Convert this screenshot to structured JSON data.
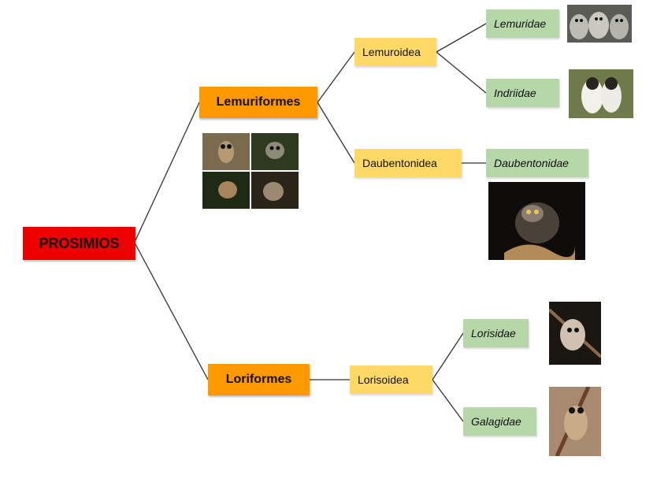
{
  "root": {
    "label": "PROSIMIOS"
  },
  "orders": [
    {
      "label": "Lemuriformes"
    },
    {
      "label": "Loriformes"
    }
  ],
  "superfamilies": [
    {
      "label": "Lemuroidea"
    },
    {
      "label": "Daubentonidea"
    },
    {
      "label": "Lorisoidea"
    }
  ],
  "families": [
    {
      "label": "Lemuridae"
    },
    {
      "label": "Indriidae"
    },
    {
      "label": "Daubentonidae"
    },
    {
      "label": "Lorisidae"
    },
    {
      "label": "Galagidae"
    }
  ],
  "colors": {
    "root": "#ee0000",
    "order": "#ff9900",
    "superfamily": "#ffd966",
    "family": "#b6d7a8",
    "connector": "#333333"
  }
}
